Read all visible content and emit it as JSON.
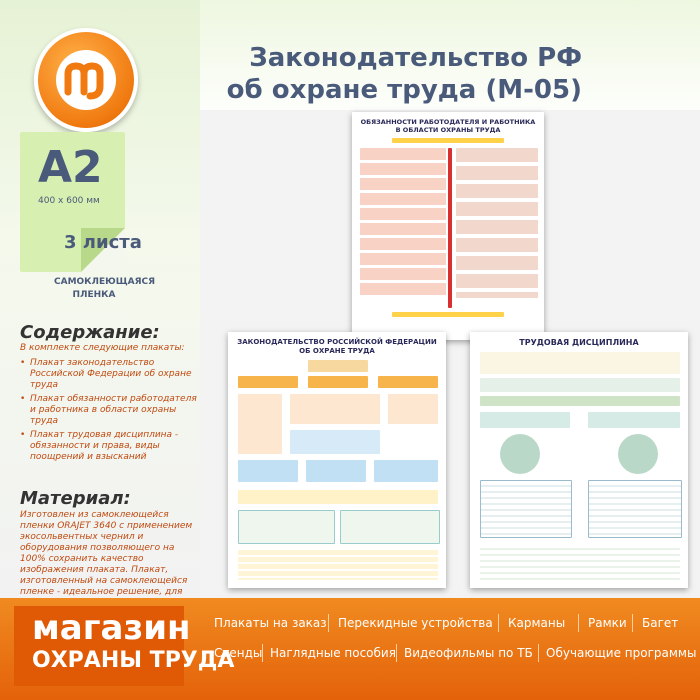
{
  "header": {
    "title_line1": "Законодательство РФ",
    "title_line2": "об охране труда (М-05)"
  },
  "specs": {
    "format": "А2",
    "format_size": "400 х 600 мм",
    "sheets": "3 листа",
    "material_short_line1": "САМОКЛЕЮЩАЯСЯ",
    "material_short_line2": "ПЛЕНКА"
  },
  "contents": {
    "heading": "Содержание:",
    "intro": "В комплекте следующие плакаты:",
    "items": [
      "Плакат законодательство Российской Федерации об охране труда",
      "Плакат обязанности работодателя и работника в области охраны труда",
      "Плакат трудовая дисциплина - обязанности и права, виды поощрений и взысканий"
    ]
  },
  "material": {
    "heading": "Материал:",
    "text": "Изготовлен из самоклеющейся пленки ORAJET 3640 с применением экосольвентных чернил и оборудования позволяющего на 100% сохранить качество изображения плаката. Плакат, изготовленный на самоклеющейся пленке - идеальное решение, для быстрого крепления плаката на любой гладкой поверхности без использования клея и крепежного инструмента."
  },
  "posters": {
    "p1_title_line1": "ОБЯЗАННОСТИ РАБОТОДАТЕЛЯ И РАБОТНИКА",
    "p1_title_line2": "В ОБЛАСТИ ОХРАНЫ ТРУДА",
    "p2_title_line1": "ЗАКОНОДАТЕЛЬСТВО РОССИЙСКОЙ ФЕДЕРАЦИИ",
    "p2_title_line2": "ОБ ОХРАНЕ ТРУДА",
    "p3_title": "ТРУДОВАЯ ДИСЦИПЛИНА"
  },
  "footer": {
    "shop_name": "магазин",
    "shop_sub": "ОХРАНЫ ТРУДА",
    "links_row1": [
      "Плакаты на заказ",
      "Перекидные устройства",
      "Карманы",
      "Рамки",
      "Багет"
    ],
    "links_row2": [
      "Стенды",
      "Наглядные пособия",
      "Видеофильмы по ТБ",
      "Обучающие программы"
    ]
  },
  "colors": {
    "accent_orange": "#e4620a",
    "title_blue": "#4a5a7a",
    "content_red": "#c04a10",
    "band_green": "#e6f2d5"
  }
}
